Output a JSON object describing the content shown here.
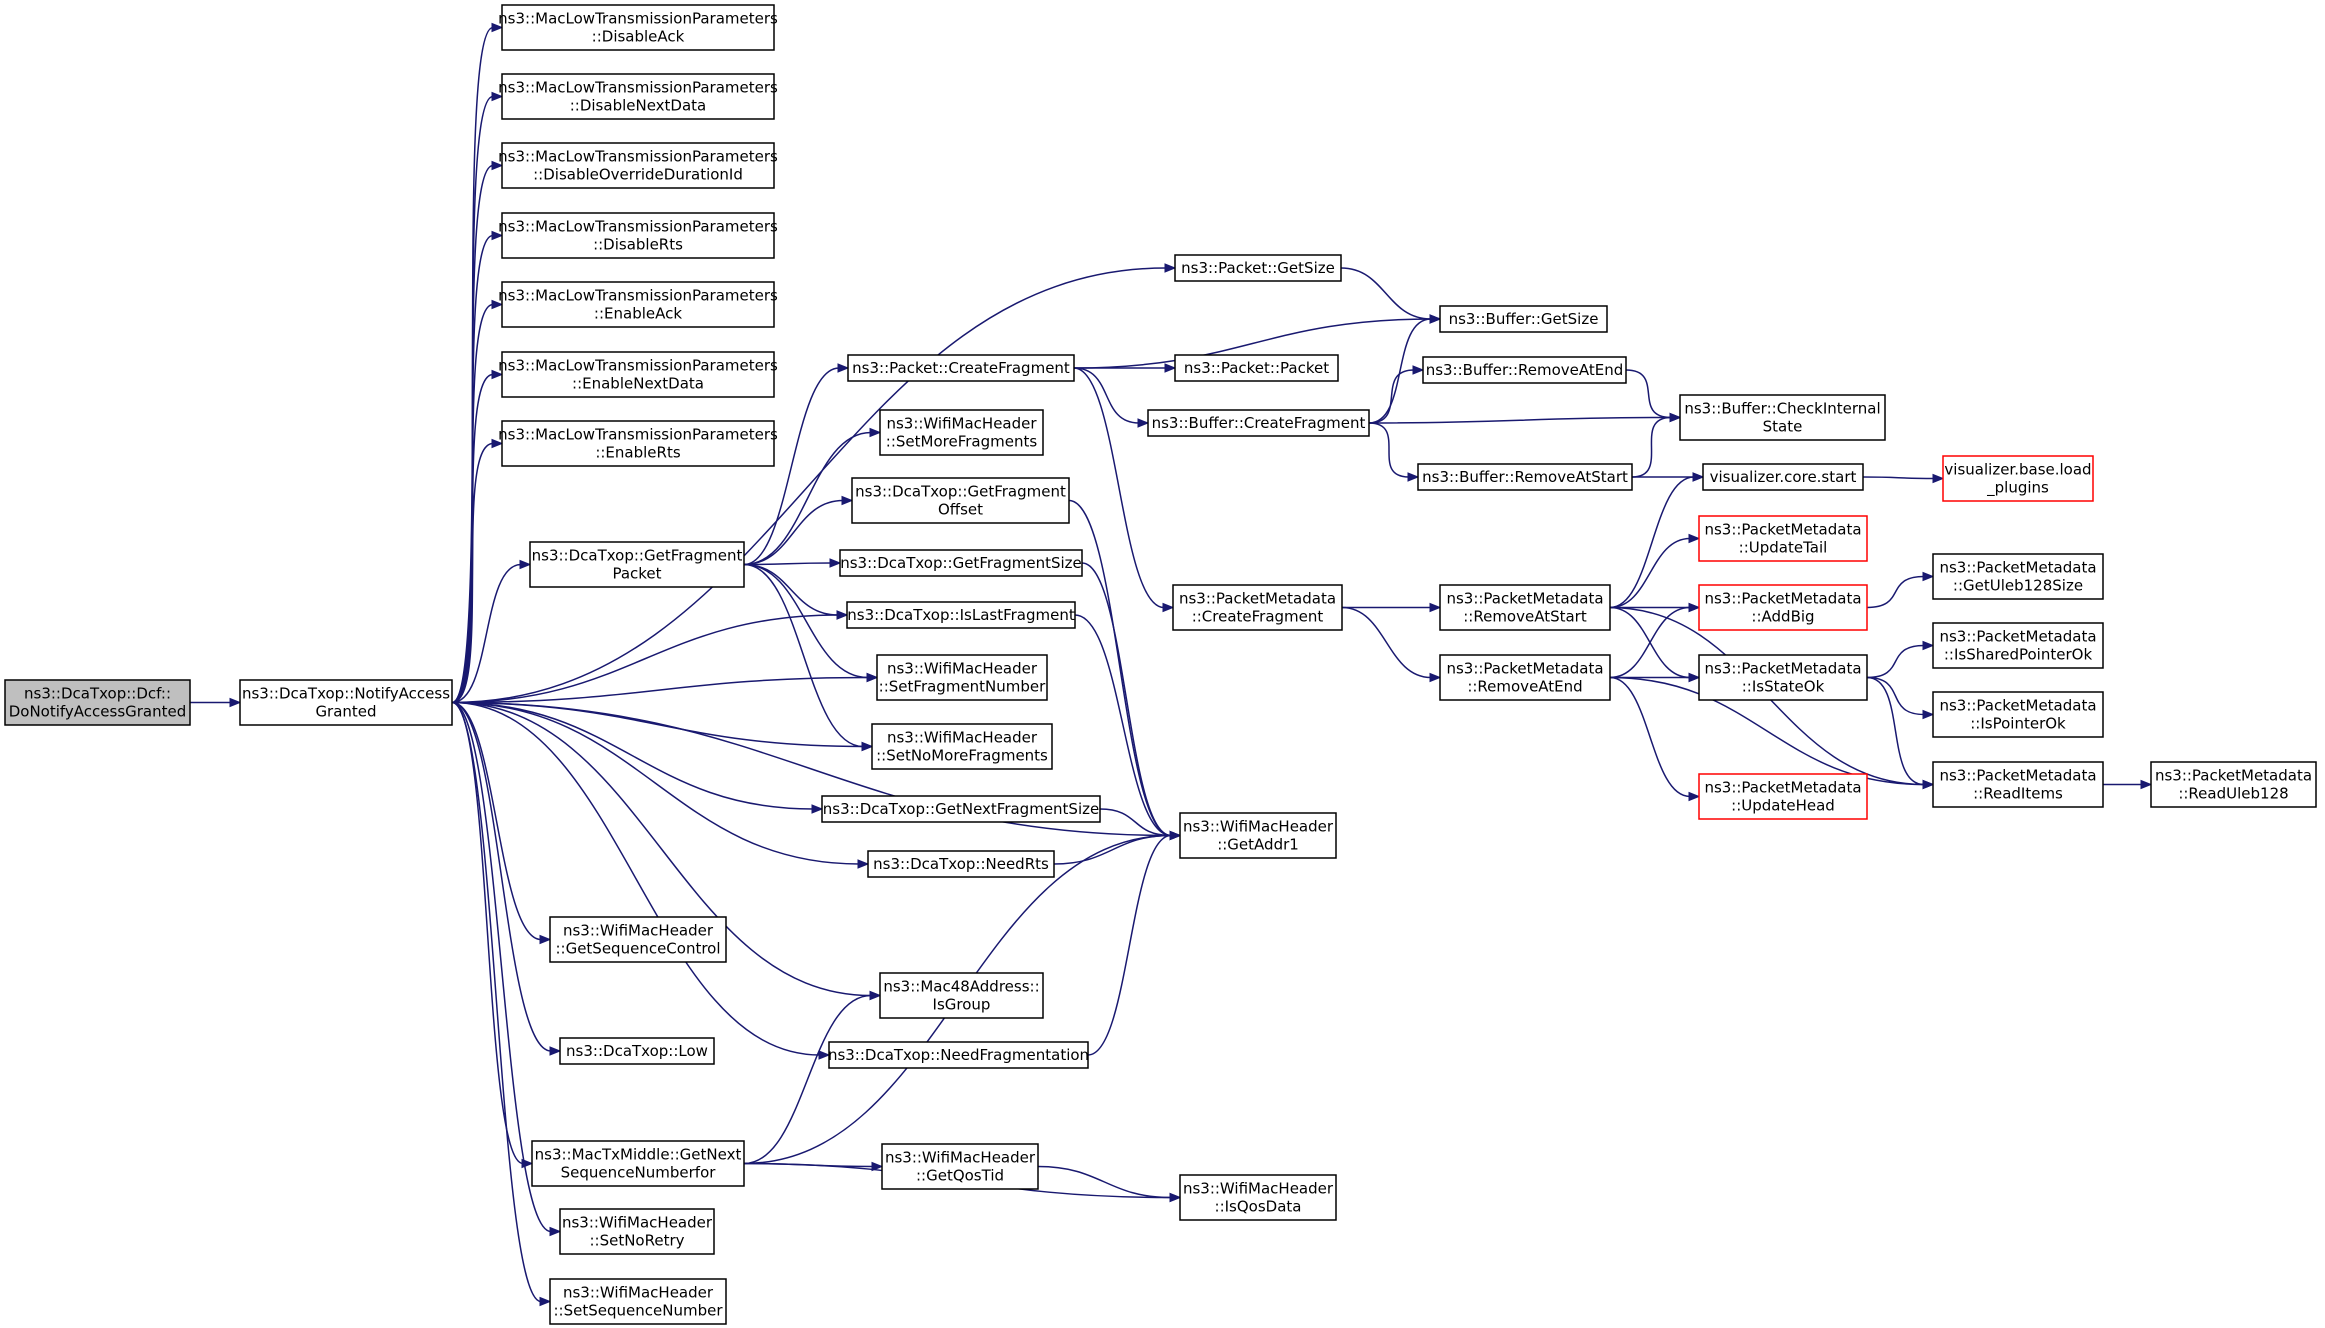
{
  "graph": {
    "edge_color": "#191970",
    "root_fill": "#bfbfbf",
    "truncated_border": "#ff0000",
    "nodes": [
      {
        "id": "dcf",
        "lines": [
          "ns3::DcaTxop::Dcf::",
          "DoNotifyAccessGranted"
        ],
        "style": "root"
      },
      {
        "id": "nag",
        "lines": [
          "ns3::DcaTxop::NotifyAccess",
          "Granted"
        ]
      },
      {
        "id": "disack",
        "lines": [
          "ns3::MacLowTransmissionParameters",
          "::DisableAck"
        ]
      },
      {
        "id": "disnext",
        "lines": [
          "ns3::MacLowTransmissionParameters",
          "::DisableNextData"
        ]
      },
      {
        "id": "disover",
        "lines": [
          "ns3::MacLowTransmissionParameters",
          "::DisableOverrideDurationId"
        ]
      },
      {
        "id": "disrts",
        "lines": [
          "ns3::MacLowTransmissionParameters",
          "::DisableRts"
        ]
      },
      {
        "id": "enack",
        "lines": [
          "ns3::MacLowTransmissionParameters",
          "::EnableAck"
        ]
      },
      {
        "id": "ennext",
        "lines": [
          "ns3::MacLowTransmissionParameters",
          "::EnableNextData"
        ]
      },
      {
        "id": "enrts",
        "lines": [
          "ns3::MacLowTransmissionParameters",
          "::EnableRts"
        ]
      },
      {
        "id": "gfp",
        "lines": [
          "ns3::DcaTxop::GetFragment",
          "Packet"
        ]
      },
      {
        "id": "pgetsize",
        "lines": [
          "ns3::Packet::GetSize"
        ]
      },
      {
        "id": "pcf",
        "lines": [
          "ns3::Packet::CreateFragment"
        ]
      },
      {
        "id": "smf",
        "lines": [
          "ns3::WifiMacHeader",
          "::SetMoreFragments"
        ]
      },
      {
        "id": "gfo",
        "lines": [
          "ns3::DcaTxop::GetFragment",
          "Offset"
        ]
      },
      {
        "id": "gfs",
        "lines": [
          "ns3::DcaTxop::GetFragmentSize"
        ]
      },
      {
        "id": "ilf",
        "lines": [
          "ns3::DcaTxop::IsLastFragment"
        ]
      },
      {
        "id": "sfn",
        "lines": [
          "ns3::WifiMacHeader",
          "::SetFragmentNumber"
        ]
      },
      {
        "id": "snmf",
        "lines": [
          "ns3::WifiMacHeader",
          "::SetNoMoreFragments"
        ]
      },
      {
        "id": "gnfs",
        "lines": [
          "ns3::DcaTxop::GetNextFragmentSize"
        ]
      },
      {
        "id": "nrts",
        "lines": [
          "ns3::DcaTxop::NeedRts"
        ]
      },
      {
        "id": "gsc",
        "lines": [
          "ns3::WifiMacHeader",
          "::GetSequenceControl"
        ]
      },
      {
        "id": "isgroup",
        "lines": [
          "ns3::Mac48Address::",
          "IsGroup"
        ]
      },
      {
        "id": "low",
        "lines": [
          "ns3::DcaTxop::Low"
        ]
      },
      {
        "id": "nfrag",
        "lines": [
          "ns3::DcaTxop::NeedFragmentation"
        ]
      },
      {
        "id": "gnsn",
        "lines": [
          "ns3::MacTxMiddle::GetNext",
          "SequenceNumberfor"
        ]
      },
      {
        "id": "snr",
        "lines": [
          "ns3::WifiMacHeader",
          "::SetNoRetry"
        ]
      },
      {
        "id": "ssn",
        "lines": [
          "ns3::WifiMacHeader",
          "::SetSequenceNumber"
        ]
      },
      {
        "id": "ppacket",
        "lines": [
          "ns3::Packet::Packet"
        ]
      },
      {
        "id": "bcf",
        "lines": [
          "ns3::Buffer::CreateFragment"
        ]
      },
      {
        "id": "pmcf",
        "lines": [
          "ns3::PacketMetadata",
          "::CreateFragment"
        ]
      },
      {
        "id": "addr1",
        "lines": [
          "ns3::WifiMacHeader",
          "::GetAddr1"
        ]
      },
      {
        "id": "qostid",
        "lines": [
          "ns3::WifiMacHeader",
          "::GetQosTid"
        ]
      },
      {
        "id": "isqos",
        "lines": [
          "ns3::WifiMacHeader",
          "::IsQosData"
        ]
      },
      {
        "id": "bgetsize",
        "lines": [
          "ns3::Buffer::GetSize"
        ]
      },
      {
        "id": "brae",
        "lines": [
          "ns3::Buffer::RemoveAtEnd"
        ]
      },
      {
        "id": "bras",
        "lines": [
          "ns3::Buffer::RemoveAtStart"
        ]
      },
      {
        "id": "bcis",
        "lines": [
          "ns3::Buffer::CheckInternal",
          "State"
        ]
      },
      {
        "id": "vcs",
        "lines": [
          "visualizer.core.start"
        ]
      },
      {
        "id": "vblp",
        "lines": [
          "visualizer.base.load",
          "_plugins"
        ],
        "style": "truncated"
      },
      {
        "id": "pmras",
        "lines": [
          "ns3::PacketMetadata",
          "::RemoveAtStart"
        ]
      },
      {
        "id": "pmrae",
        "lines": [
          "ns3::PacketMetadata",
          "::RemoveAtEnd"
        ]
      },
      {
        "id": "pmut",
        "lines": [
          "ns3::PacketMetadata",
          "::UpdateTail"
        ],
        "style": "truncated"
      },
      {
        "id": "pmab",
        "lines": [
          "ns3::PacketMetadata",
          "::AddBig"
        ],
        "style": "truncated"
      },
      {
        "id": "pmiso",
        "lines": [
          "ns3::PacketMetadata",
          "::IsStateOk"
        ]
      },
      {
        "id": "pmuh",
        "lines": [
          "ns3::PacketMetadata",
          "::UpdateHead"
        ],
        "style": "truncated"
      },
      {
        "id": "pmgul",
        "lines": [
          "ns3::PacketMetadata",
          "::GetUleb128Size"
        ]
      },
      {
        "id": "pmisp",
        "lines": [
          "ns3::PacketMetadata",
          "::IsSharedPointerOk"
        ]
      },
      {
        "id": "pmipo",
        "lines": [
          "ns3::PacketMetadata",
          "::IsPointerOk"
        ]
      },
      {
        "id": "pmri",
        "lines": [
          "ns3::PacketMetadata",
          "::ReadItems"
        ]
      },
      {
        "id": "pmru",
        "lines": [
          "ns3::PacketMetadata",
          "::ReadUleb128"
        ]
      }
    ],
    "edges": [
      [
        "dcf",
        "nag"
      ],
      [
        "nag",
        "disack"
      ],
      [
        "nag",
        "disnext"
      ],
      [
        "nag",
        "disover"
      ],
      [
        "nag",
        "disrts"
      ],
      [
        "nag",
        "enack"
      ],
      [
        "nag",
        "ennext"
      ],
      [
        "nag",
        "enrts"
      ],
      [
        "nag",
        "gfp"
      ],
      [
        "nag",
        "pgetsize"
      ],
      [
        "nag",
        "ilf"
      ],
      [
        "nag",
        "sfn"
      ],
      [
        "nag",
        "snmf"
      ],
      [
        "nag",
        "gnfs"
      ],
      [
        "nag",
        "nrts"
      ],
      [
        "nag",
        "addr1"
      ],
      [
        "nag",
        "gsc"
      ],
      [
        "nag",
        "isgroup"
      ],
      [
        "nag",
        "low"
      ],
      [
        "nag",
        "nfrag"
      ],
      [
        "nag",
        "gnsn"
      ],
      [
        "nag",
        "snr"
      ],
      [
        "nag",
        "ssn"
      ],
      [
        "gfp",
        "pcf"
      ],
      [
        "gfp",
        "smf"
      ],
      [
        "gfp",
        "gfo"
      ],
      [
        "gfp",
        "gfs"
      ],
      [
        "gfp",
        "ilf"
      ],
      [
        "gfp",
        "sfn"
      ],
      [
        "gfp",
        "snmf"
      ],
      [
        "pgetsize",
        "bgetsize"
      ],
      [
        "pcf",
        "bgetsize"
      ],
      [
        "pcf",
        "ppacket"
      ],
      [
        "pcf",
        "bcf"
      ],
      [
        "pcf",
        "pmcf"
      ],
      [
        "bcf",
        "bgetsize"
      ],
      [
        "bcf",
        "brae"
      ],
      [
        "bcf",
        "bcis"
      ],
      [
        "bcf",
        "bras"
      ],
      [
        "brae",
        "bcis"
      ],
      [
        "bras",
        "bcis"
      ],
      [
        "bras",
        "vcs"
      ],
      [
        "vcs",
        "vblp"
      ],
      [
        "gfo",
        "addr1"
      ],
      [
        "gfs",
        "addr1"
      ],
      [
        "ilf",
        "addr1"
      ],
      [
        "gnfs",
        "addr1"
      ],
      [
        "nrts",
        "addr1"
      ],
      [
        "nfrag",
        "addr1"
      ],
      [
        "gnsn",
        "isgroup"
      ],
      [
        "gnsn",
        "addr1"
      ],
      [
        "gnsn",
        "qostid"
      ],
      [
        "gnsn",
        "isqos"
      ],
      [
        "qostid",
        "isqos"
      ],
      [
        "pmcf",
        "pmras"
      ],
      [
        "pmcf",
        "pmrae"
      ],
      [
        "pmras",
        "vcs"
      ],
      [
        "pmras",
        "pmut"
      ],
      [
        "pmras",
        "pmab"
      ],
      [
        "pmras",
        "pmiso"
      ],
      [
        "pmras",
        "pmri"
      ],
      [
        "pmrae",
        "pmab"
      ],
      [
        "pmrae",
        "pmiso"
      ],
      [
        "pmrae",
        "pmuh"
      ],
      [
        "pmrae",
        "pmri"
      ],
      [
        "pmab",
        "pmgul"
      ],
      [
        "pmiso",
        "pmisp"
      ],
      [
        "pmiso",
        "pmipo"
      ],
      [
        "pmiso",
        "pmri"
      ],
      [
        "pmri",
        "pmru"
      ]
    ]
  }
}
